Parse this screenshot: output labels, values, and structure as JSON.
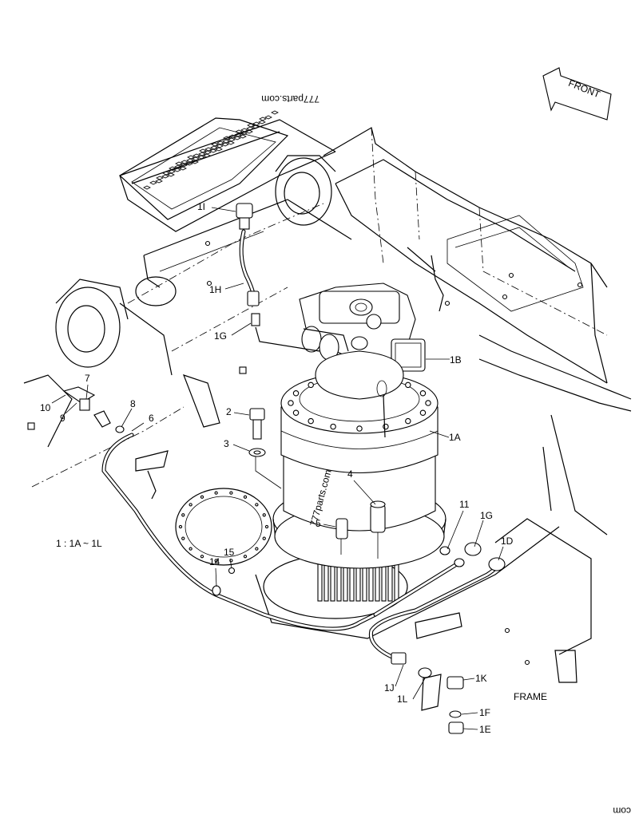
{
  "watermark_top": "777parts.com",
  "watermark_motor": "777parts.com",
  "watermark_corner": "com",
  "front_arrow_label": "FRONT",
  "frame_label": "FRAME",
  "range_note": "1 : 1A ~ 1L",
  "callouts": [
    "1I",
    "1H",
    "1G",
    "1B",
    "1A",
    "2",
    "3",
    "4",
    "5",
    "6",
    "7",
    "8",
    "9",
    "10",
    "11",
    "1G",
    "1D",
    "14",
    "15",
    "1J",
    "1L",
    "1K",
    "1F",
    "1E"
  ]
}
